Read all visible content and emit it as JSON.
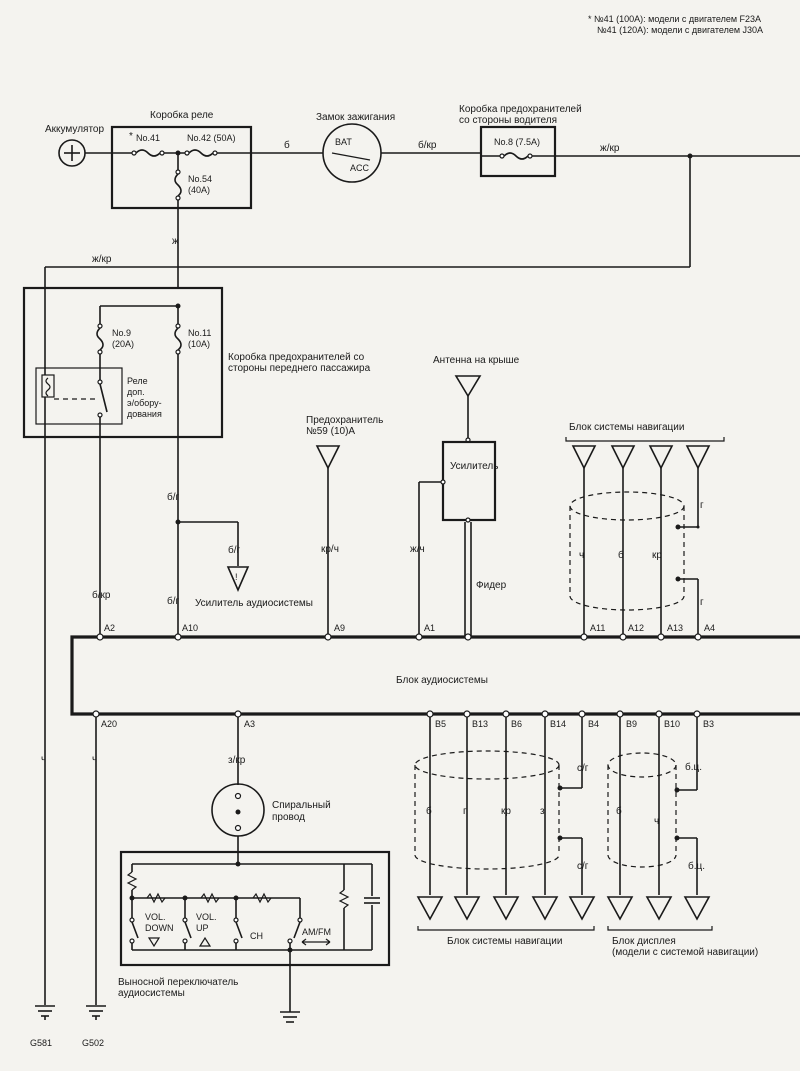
{
  "notes": {
    "line1": "* №41 (100A): модели с двигателем F23A",
    "line2": "№41 (120A): модели с двигателем J30A"
  },
  "battery": {
    "label": "Аккумулятор"
  },
  "relay_box": {
    "title": "Коробка реле",
    "fuse41": "No.41",
    "fuse42": "No.42 (50A)",
    "fuse54": "No.54",
    "fuse54_rating": "(40A)",
    "asterisk": "*"
  },
  "ignition": {
    "title": "Замок зажигания",
    "bat": "BAT",
    "acc": "ACC"
  },
  "driver_fuse_box": {
    "title_line1": "Коробка предохранителей",
    "title_line2": "со стороны водителя",
    "fuse8": "No.8 (7.5A)"
  },
  "passenger_fuse_box": {
    "title_line1": "Коробка предохранителей со",
    "title_line2": "стороны переднего пассажира",
    "fuse9": "No.9",
    "fuse9_rating": "(20A)",
    "fuse11": "No.11",
    "fuse11_rating": "(10A)",
    "relay_line1": "Реле",
    "relay_line2": "доп.",
    "relay_line3": "э/обору-",
    "relay_line4": "дования"
  },
  "fuse59": {
    "line1": "Предохранитель",
    "line2": "№59 (10)A"
  },
  "antenna": {
    "label": "Антенна на крыше",
    "amp": "Усилитель",
    "feeder": "Фидер"
  },
  "amp_audio": {
    "label": "Усилитель аудиосистемы"
  },
  "nav_top": {
    "label": "Блок системы навигации"
  },
  "audio_unit": {
    "label": "Блок аудиосистемы"
  },
  "wires": {
    "b": "б",
    "b_kr": "б/кр",
    "zh_kr": "ж/кр",
    "zh_kr2": "ж/кр",
    "zh": "ж",
    "b_g": "б/г",
    "b_g2": "б/г",
    "b_g3": "б/г",
    "b_kr2": "б/кр",
    "kr_ch": "кр/ч",
    "zh_ch": "ж/ч",
    "ch_top": "ч",
    "b_top": "б",
    "kr_top": "кр",
    "g_top1": "г",
    "g_top2": "г",
    "ch_left1": "ч",
    "ch_left2": "ч",
    "z_kr": "з/кр",
    "b_bot": "б",
    "g_bot": "г",
    "kr_bot": "кр",
    "z_bot": "з",
    "s_g1": "с/г",
    "s_g2": "с/г",
    "b_bot2": "б",
    "ch_bot": "ч",
    "bc1": "б.ц.",
    "bc2": "б.ц."
  },
  "pins_top": [
    "A2",
    "A10",
    "A9",
    "A1",
    "A11",
    "A12",
    "A13",
    "A4"
  ],
  "pins_bottom": [
    "A20",
    "A3",
    "B5",
    "B13",
    "B6",
    "B14",
    "B4",
    "B9",
    "B10",
    "B3"
  ],
  "spiral": {
    "line1": "Спиральный",
    "line2": "провод"
  },
  "remote_switch": {
    "vol_down_1": "VOL.",
    "vol_down_2": "DOWN",
    "vol_up_1": "VOL.",
    "vol_up_2": "UP",
    "ch": "CH",
    "amfm": "AM/FM",
    "label_line1": "Выносной переключатель",
    "label_line2": "аудиосистемы"
  },
  "nav_bottom": {
    "label": "Блок системы навигации"
  },
  "display": {
    "line1": "Блок дисплея",
    "line2": "(модели с системой навигации)"
  },
  "grounds": {
    "g581": "G581",
    "g502": "G502"
  }
}
